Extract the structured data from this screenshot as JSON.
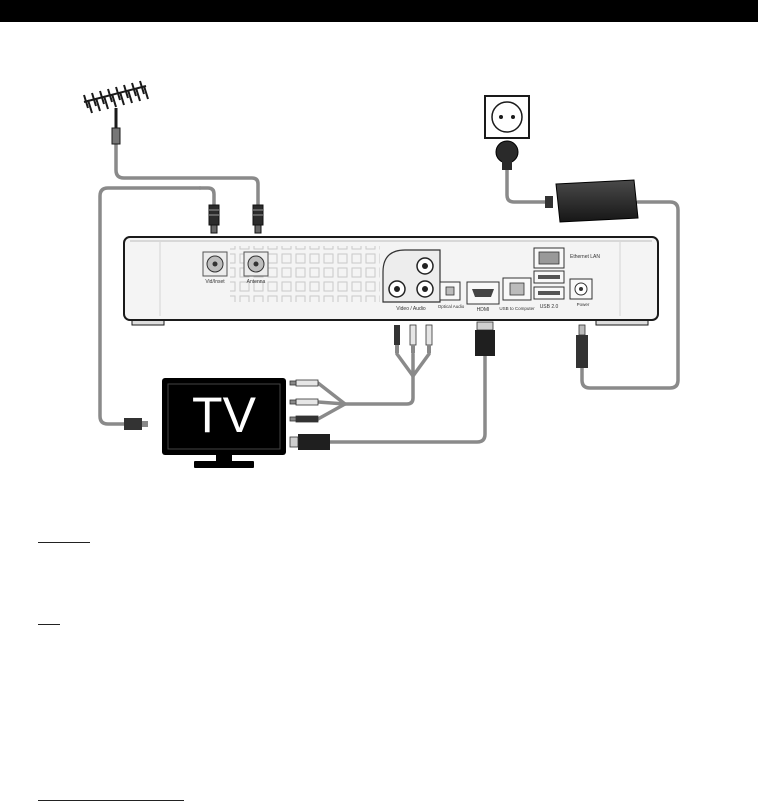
{
  "header": {
    "bar_color": "#000000"
  },
  "device": {
    "ports": {
      "vhf": "Vid/Inset",
      "antenna": "Antenna",
      "video_audio": "Video / Audio",
      "optical": "Optical Audio",
      "hdmi": "HDMI",
      "usb_computer": "USB to Computer",
      "usb2": "USB 2.0",
      "ethernet": "Ethernet LAN",
      "power": "Power"
    }
  },
  "tv": {
    "label": "TV"
  },
  "colors": {
    "cable": "#8a8a8a",
    "device_body": "#f4f4f4",
    "outline": "#1a1a1a"
  }
}
